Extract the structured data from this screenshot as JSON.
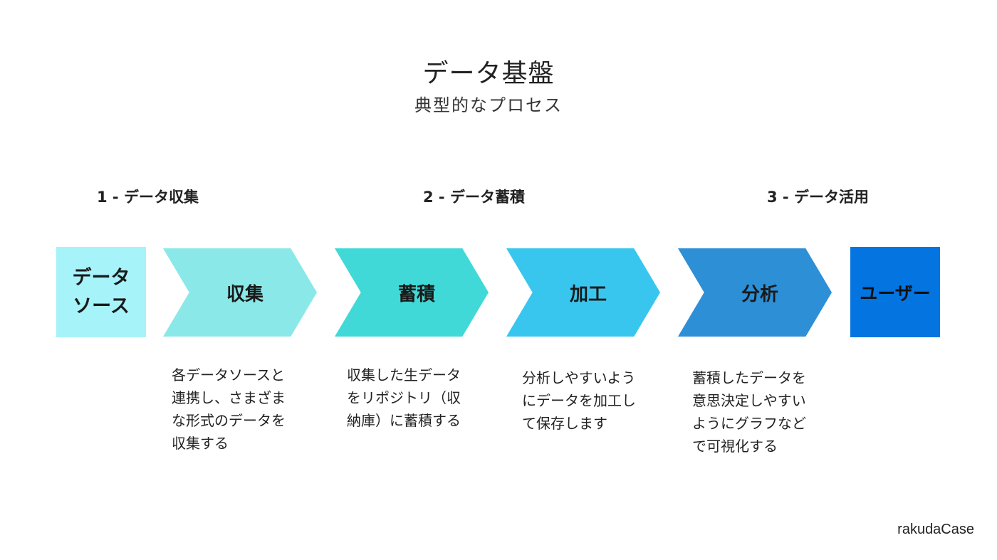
{
  "title": "データ基盤",
  "subtitle": "典型的なプロセス",
  "phases": [
    {
      "label": "1 - データ収集"
    },
    {
      "label": "2 - データ蓄積"
    },
    {
      "label": "3 - データ活用"
    }
  ],
  "flow": {
    "source": {
      "label": "データ\nソース",
      "color": "#a6f3fa"
    },
    "steps": [
      {
        "label": "収集",
        "color": "#8be8e8",
        "description": "各データソースと\n連携し、さまざま\nな形式のデータを\n収集する"
      },
      {
        "label": "蓄積",
        "color": "#41d9d7",
        "description": "収集した生データ\nをリポジトリ（収\n納庫）に蓄積する"
      },
      {
        "label": "加工",
        "color": "#38c6ef",
        "description": "分析しやすいよう\nにデータを加工し\nて保存します"
      },
      {
        "label": "分析",
        "color": "#2d8fd6",
        "description": "蓄積したデータを\n意思決定しやすい\nようにグラフなど\nで可視化する"
      }
    ],
    "user": {
      "label": "ユーザー",
      "color": "#0474e0"
    }
  },
  "brand": "rakudaCase"
}
